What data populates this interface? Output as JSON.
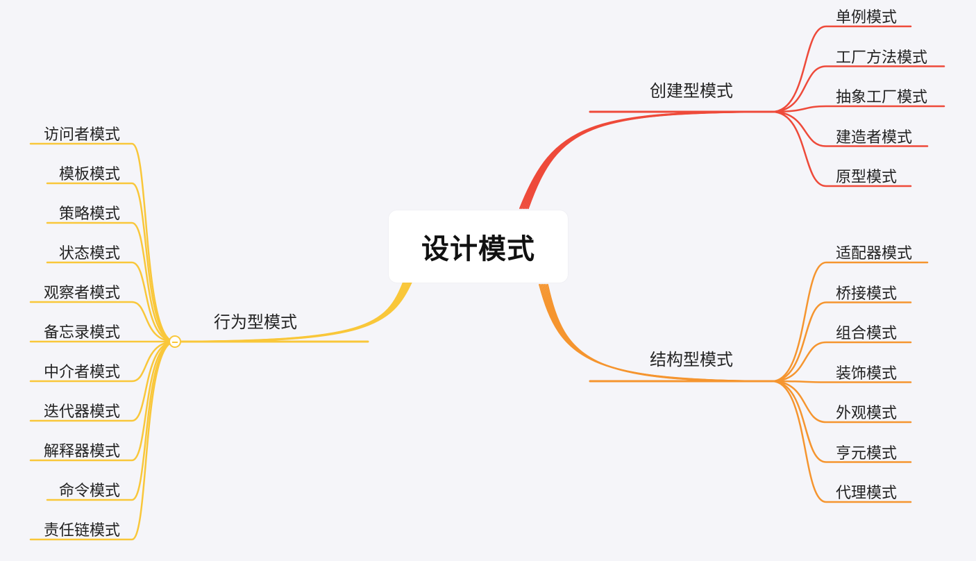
{
  "root": {
    "label": "设计模式"
  },
  "branches": [
    {
      "id": "creational",
      "label": "创建型模式",
      "color": "#ee4a3a",
      "children": [
        "单例模式",
        "工厂方法模式",
        "抽象工厂模式",
        "建造者模式",
        "原型模式"
      ]
    },
    {
      "id": "structural",
      "label": "结构型模式",
      "color": "#f5952f",
      "children": [
        "适配器模式",
        "桥接模式",
        "组合模式",
        "装饰模式",
        "外观模式",
        "亨元模式",
        "代理模式"
      ]
    },
    {
      "id": "behavioral",
      "label": "行为型模式",
      "color": "#f9c73a",
      "children": [
        "访问者模式",
        "模板模式",
        "策略模式",
        "状态模式",
        "观察者模式",
        "备忘录模式",
        "中介者模式",
        "迭代器模式",
        "解释器模式",
        "命令模式",
        "责任链模式"
      ]
    }
  ]
}
